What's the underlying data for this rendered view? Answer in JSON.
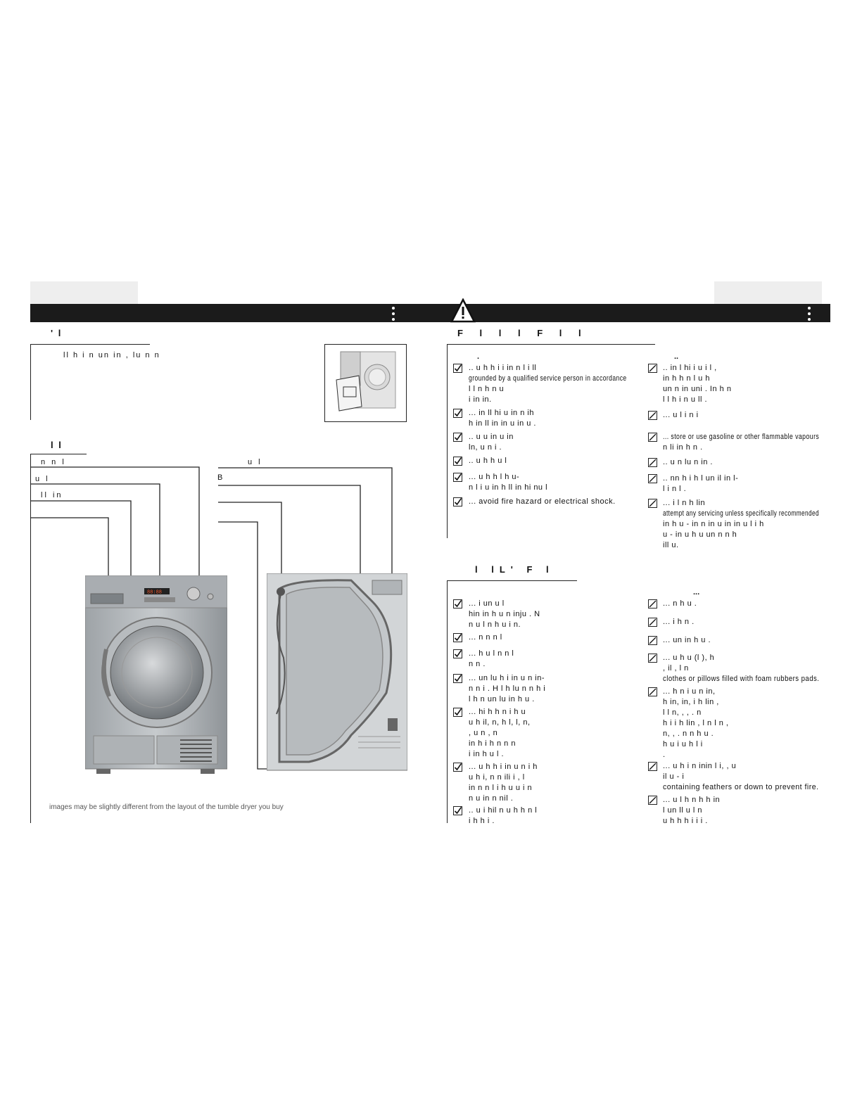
{
  "header": {
    "section_left": "' l",
    "section_right": "F l l l F l l",
    "section_right2": "l lL' F l"
  },
  "intro": {
    "text": "ll h i n un in , lu n n"
  },
  "parts": {
    "heading": "l l",
    "labels_left": [
      "n n l",
      "u l",
      "ll in",
      ""
    ],
    "labels_right": [
      "u l",
      "B",
      "",
      ""
    ],
    "footnote": "images may be slightly different from the layout of the tumble dryer you buy"
  },
  "safety_do": {
    "heading": ".",
    "items": [
      ".. u h h i i in n l i ll",
      "grounded by a qualified service person in accordance",
      "l l n h n u",
      "i in in.",
      "... in ll hi u in n ih",
      "h in ll in in u in u .",
      ".. u u in u in",
      "ln, u n i .",
      ".. u h h u l",
      "... u h h l h u-",
      "n l i u in h ll in hi nu l",
      "... avoid fire hazard or electrical shock."
    ]
  },
  "safety_dont": {
    "heading": "..",
    "items": [
      ".. in l hi i u i l ,",
      "in h h n l u h",
      "un n in uni . In h n",
      "l l h i n u ll .",
      "... u l i n i",
      "... store or use gasoline or other flammable vapours",
      "n li in h n .",
      ".. u n lu n in .",
      ".. nn h i h l un il in l-",
      "l i n l .",
      "... i l n h lin",
      "attempt any servicing unless specifically recommended",
      "in h u - in n in u in in u l i h",
      "u - in u h u un n n h",
      "ill u."
    ]
  },
  "use_do": {
    "items": [
      "... i un u l",
      "hin in h u n inju . N",
      "n u l n h u i n.",
      "... n n n l",
      "... h u l n n l",
      "n n .",
      "... un lu h i in u n in-",
      "n n i . H l h lu n n h i",
      "l h n un lu in h u .",
      "... hi h h n i h u",
      "u h il, n, h l, l, n,",
      ", u n , n",
      "in h i h n n n",
      "i in h u l .",
      "... u h h i in u n i h",
      "u h i, n n ili i , l",
      "in n n l i h u u i n",
      "n u in n nil .",
      ".. u i hil n u h h n l",
      "i h h i ."
    ]
  },
  "use_dont": {
    "heading": "...",
    "items": [
      "... n h u .",
      "... i h n .",
      "... un in h u .",
      "... u h u (l ), h",
      ", il , l n",
      "clothes or pillows filled with foam rubbers pads.",
      "... h n i u n in,",
      "h in, in, i h lin ,",
      "l l n, , , . n",
      "h i i h lin , l n l n ,",
      "n, , . n n h u .",
      "h u i u h l i",
      ".",
      "... u h i n inin l i, , u",
      "il u - i",
      "containing feathers or down to prevent fire.",
      "... u l h n h h in",
      "l un ll u l n",
      "u h h h i i i ."
    ]
  },
  "display": {
    "value": "88:88"
  }
}
